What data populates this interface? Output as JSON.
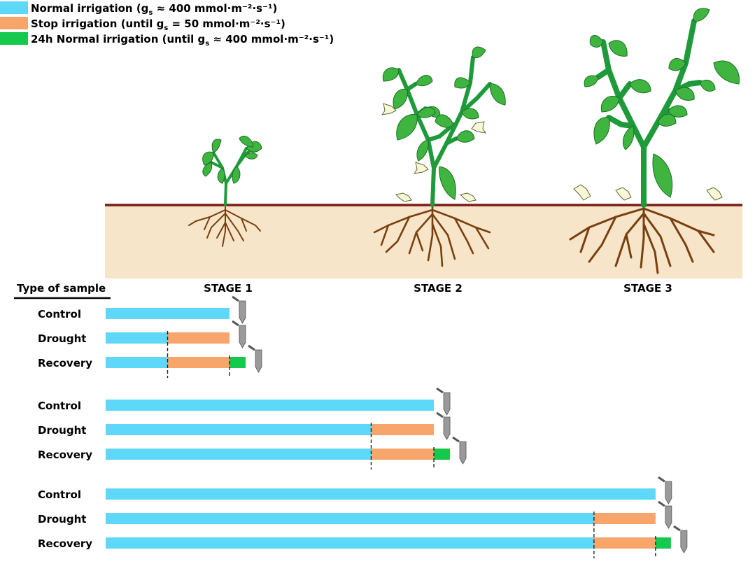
{
  "colors": {
    "normal": "#5ed8f8",
    "stop": "#f8a56c",
    "recovery": "#14c94c",
    "soil": "#f6e5c8",
    "soil_line": "#7a1c14",
    "root": "#7a3f10",
    "stem": "#1e9a3a",
    "leaf": "#3fb53f",
    "flower": "#fbf6d8",
    "tube": "#9a9a9a"
  },
  "legend": [
    {
      "key": "normal",
      "prefix": "Normal irrigation (g",
      "sub": "s",
      "suffix": " ≈ 400 mmol·m⁻²·s⁻¹)"
    },
    {
      "key": "stop",
      "prefix": "Stop irrigation (until g",
      "sub": "s",
      "suffix": " = 50 mmol·m⁻²·s⁻¹)"
    },
    {
      "key": "recovery",
      "prefix": "24h Normal irrigation (until g",
      "sub": "s",
      "suffix": " ≈ 400 mmol·m⁻²·s⁻¹)"
    }
  ],
  "stages": [
    "STAGE 1",
    "STAGE 2",
    "STAGE 3"
  ],
  "sample_header": "Type of sample",
  "sample_types": [
    "Control",
    "Drought",
    "Recovery"
  ],
  "timeline": {
    "groups": [
      {
        "stage": "STAGE 1",
        "normal_end": 1.0,
        "stop_start": 0.5,
        "recovery_len": 0.13
      },
      {
        "stage": "STAGE 2",
        "normal_end": 1.0,
        "stop_start": 0.809,
        "recovery_len": 0.049
      },
      {
        "stage": "STAGE 3",
        "normal_end": 1.0,
        "stop_start": 0.888,
        "recovery_len": 0.028
      }
    ],
    "stage_lengths": [
      1,
      2.65,
      4.44
    ]
  }
}
